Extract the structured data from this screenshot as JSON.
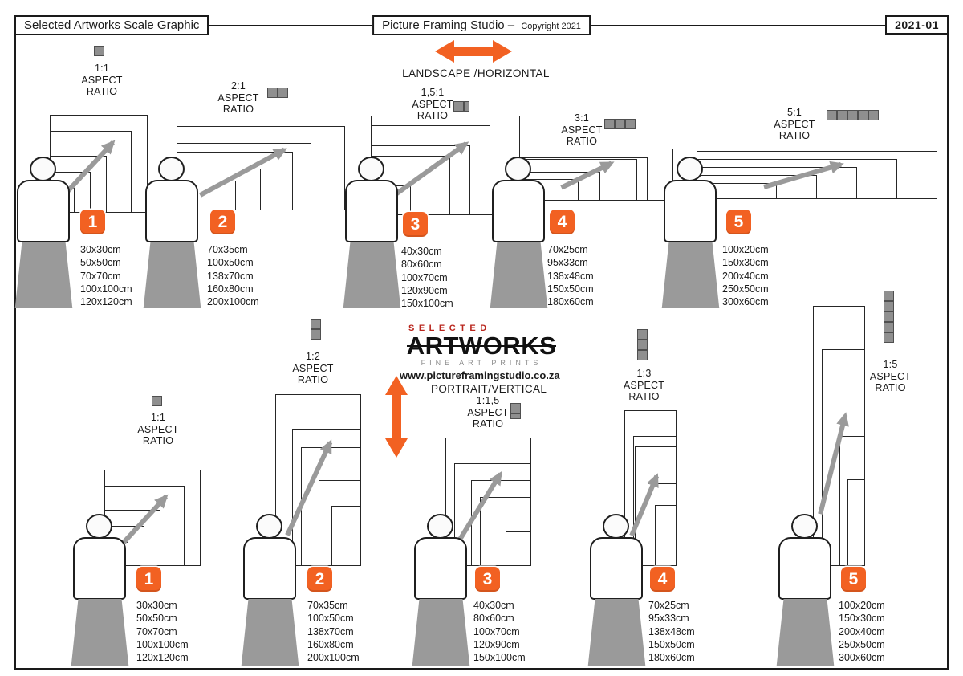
{
  "header": {
    "left_title": "Selected Artworks Scale Graphic",
    "center_title": "Picture Framing Studio –",
    "center_subtitle": "Copyright 2021",
    "doc_number": "2021-01"
  },
  "orientation_labels": {
    "landscape": "LANDSCAPE /HORIZONTAL",
    "portrait": "PORTRAIT/VERTICAL"
  },
  "brand": {
    "selected": "SELECTED",
    "artworks": "ARTWORKS",
    "fine_art_prints": "FINE ART PRINTS",
    "website": "www.pictureframingstudio.co.za"
  },
  "aspect_label_lines": [
    "ASPECT",
    "RATIO"
  ],
  "colors": {
    "accent_orange": "#F26122",
    "gray": "#9A9A9A",
    "brand_red": "#B9251C",
    "ink": "#1A1A1A"
  },
  "landscape_groups": [
    {
      "number": "1",
      "ratio": "1:1",
      "ratio_units": 1,
      "sizes": [
        "30x30cm",
        "50x50cm",
        "70x70cm",
        "100x100cm",
        "120x120cm"
      ]
    },
    {
      "number": "2",
      "ratio": "2:1",
      "ratio_units": 2,
      "sizes": [
        "70x35cm",
        "100x50cm",
        "138x70cm",
        "160x80cm",
        "200x100cm"
      ]
    },
    {
      "number": "3",
      "ratio": "1,5:1",
      "ratio_units": 1.5,
      "sizes": [
        "40x30cm",
        "80x60cm",
        "100x70cm",
        "120x90cm",
        "150x100cm"
      ]
    },
    {
      "number": "4",
      "ratio": "3:1",
      "ratio_units": 3,
      "sizes": [
        "70x25cm",
        "95x33cm",
        "138x48cm",
        "150x50cm",
        "180x60cm"
      ]
    },
    {
      "number": "5",
      "ratio": "5:1",
      "ratio_units": 5,
      "sizes": [
        "100x20cm",
        "150x30cm",
        "200x40cm",
        "250x50cm",
        "300x60cm"
      ]
    }
  ],
  "portrait_groups": [
    {
      "number": "1",
      "ratio": "1:1",
      "ratio_units": 1,
      "sizes": [
        "30x30cm",
        "50x50cm",
        "70x70cm",
        "100x100cm",
        "120x120cm"
      ]
    },
    {
      "number": "2",
      "ratio": "1:2",
      "ratio_units": 2,
      "sizes": [
        "70x35cm",
        "100x50cm",
        "138x70cm",
        "160x80cm",
        "200x100cm"
      ]
    },
    {
      "number": "3",
      "ratio": "1:1,5",
      "ratio_units": 1.5,
      "sizes": [
        "40x30cm",
        "80x60cm",
        "100x70cm",
        "120x90cm",
        "150x100cm"
      ]
    },
    {
      "number": "4",
      "ratio": "1:3",
      "ratio_units": 3,
      "sizes": [
        "70x25cm",
        "95x33cm",
        "138x48cm",
        "150x50cm",
        "180x60cm"
      ]
    },
    {
      "number": "5",
      "ratio": "1:5",
      "ratio_units": 5,
      "sizes": [
        "100x20cm",
        "150x30cm",
        "200x40cm",
        "250x50cm",
        "300x60cm"
      ]
    }
  ]
}
